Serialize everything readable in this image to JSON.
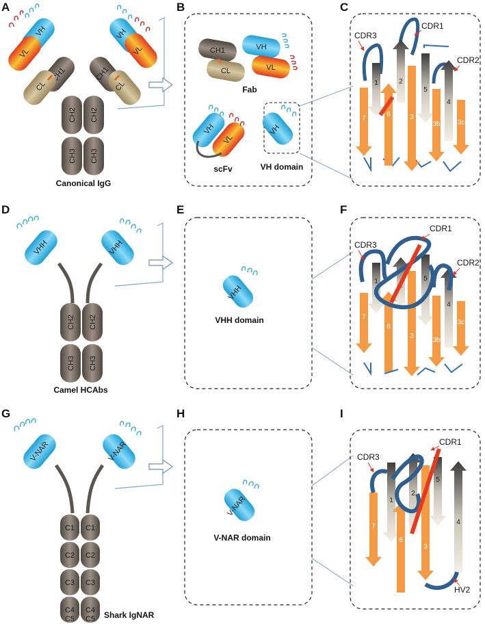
{
  "panels": {
    "A": "A",
    "B": "B",
    "C": "C",
    "D": "D",
    "E": "E",
    "F": "F",
    "G": "G",
    "H": "H",
    "I": "I"
  },
  "captions": {
    "igg": "Canonical IgG",
    "fab": "Fab",
    "scfv": "scFv",
    "vh_domain": "VH domain",
    "hcabs": "Camel HCAbs",
    "vhh_domain": "VHH domain",
    "vnar_domain": "V-NAR domain",
    "ignar": "Shark IgNAR"
  },
  "domains": {
    "vh": "VH",
    "vl": "VL",
    "ch1": "CH1",
    "cl": "CL",
    "ch2": "CH2",
    "ch3": "CH3",
    "vhh": "VHH",
    "vnar": "V-NAR",
    "c1": "C1",
    "c2": "C2",
    "c3": "C3",
    "c4": "C4",
    "c5": "C5"
  },
  "loops": {
    "cdr1": "CDR1",
    "cdr2": "CDR2",
    "cdr3": "CDR3",
    "hv2": "HV2"
  },
  "strands": {
    "s1": "1",
    "s2": "2",
    "s3": "3",
    "s3b": "3b",
    "s3c": "3c",
    "s4": "4",
    "s5": "5",
    "s6": "6",
    "s7": "7"
  },
  "colors": {
    "vh_blue": "#39b4e6",
    "vl_red": "#e8402a",
    "vl_yellow": "#f2c12e",
    "constant_dark": "#6b6156",
    "light_constant": "#b7a27b",
    "strand_orange": "#f59a44",
    "loop_navy": "#2f5f8f",
    "bracket_blue": "#7ea6d8"
  }
}
